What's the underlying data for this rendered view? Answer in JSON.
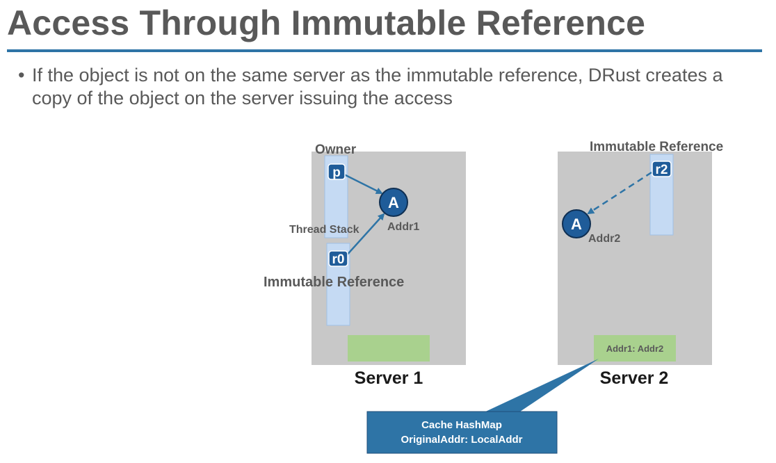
{
  "slide": {
    "title": "Access Through Immutable Reference",
    "bullet": "If the object is not on the same server as the immutable reference, DRust creates a copy of the object on the server issuing the access"
  },
  "server1": {
    "name": "Server 1",
    "owner_label": "Owner",
    "thread_stack_label": "Thread Stack",
    "immutable_ref_label": "Immutable Reference",
    "owner_var": "p",
    "ref_var": "r0",
    "object_label": "A",
    "address": "Addr1"
  },
  "server2": {
    "name": "Server 2",
    "immutable_ref_label": "Immutable Reference",
    "ref_var": "r2",
    "object_label": "A",
    "address": "Addr2",
    "cache_entry": "Addr1: Addr2"
  },
  "callout": {
    "line1": "Cache HashMap",
    "line2": "OriginalAddr: LocalAddr"
  },
  "colors": {
    "accent": "#2e74a6",
    "server_bg": "#c8c8c8",
    "stack_bg": "#c5daf3",
    "hashmap_bg": "#a9d18e",
    "node_fill": "#1f5c99",
    "text": "#595959"
  }
}
